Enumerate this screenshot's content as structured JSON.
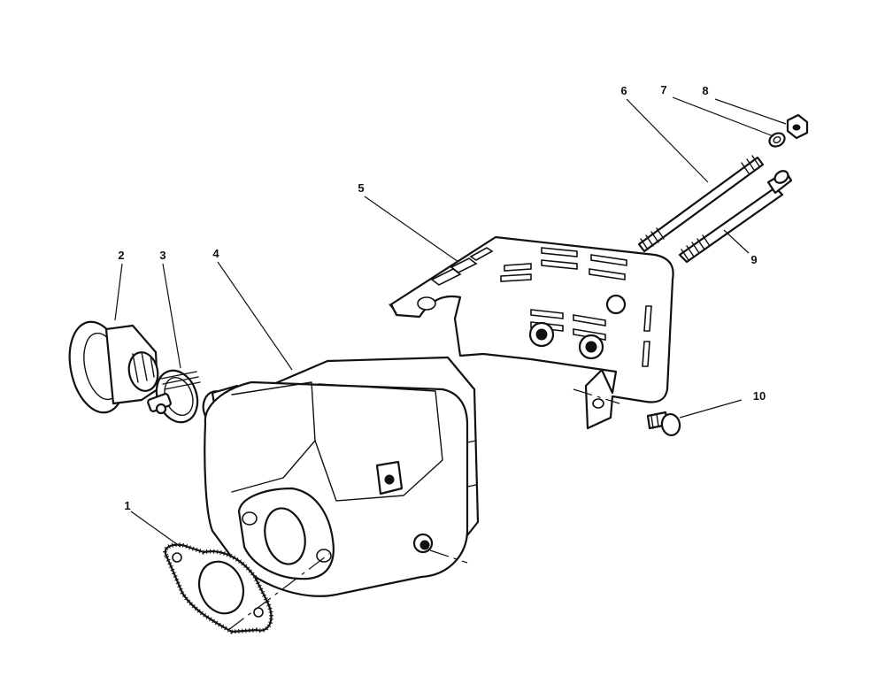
{
  "diagram": {
    "type": "exploded-parts-view",
    "callouts": [
      {
        "id": "callout-1",
        "label": "1"
      },
      {
        "id": "callout-2",
        "label": "2"
      },
      {
        "id": "callout-3",
        "label": "3"
      },
      {
        "id": "callout-4",
        "label": "4"
      },
      {
        "id": "callout-5",
        "label": "5"
      },
      {
        "id": "callout-6",
        "label": "6"
      },
      {
        "id": "callout-7",
        "label": "7"
      },
      {
        "id": "callout-8",
        "label": "8"
      },
      {
        "id": "callout-9",
        "label": "9"
      },
      {
        "id": "callout-10",
        "label": "10"
      }
    ],
    "colors": {
      "line": "#111111",
      "background": "#ffffff"
    }
  }
}
